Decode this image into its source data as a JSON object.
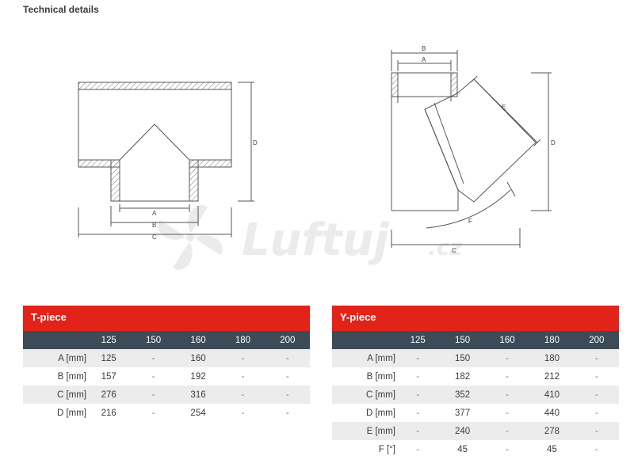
{
  "page": {
    "title": "Technical details"
  },
  "drawings": {
    "t_piece": {
      "labels": [
        "A",
        "B",
        "C",
        "D"
      ]
    },
    "y_piece": {
      "labels": [
        "A",
        "B",
        "C",
        "D",
        "E",
        "F"
      ]
    },
    "watermark": {
      "brand": "Luftuj",
      "suffix": ".cz"
    }
  },
  "colors": {
    "accent_red": "#e2231a",
    "header_dark": "#3e4b57",
    "row_shade": "#ececec"
  },
  "t_table": {
    "title": "T-piece",
    "columns": [
      "125",
      "150",
      "160",
      "180",
      "200"
    ],
    "rows": [
      {
        "label": "A [mm]",
        "cells": [
          "125",
          "-",
          "160",
          "-",
          "-"
        ]
      },
      {
        "label": "B [mm]",
        "cells": [
          "157",
          "-",
          "192",
          "-",
          "-"
        ]
      },
      {
        "label": "C [mm]",
        "cells": [
          "276",
          "-",
          "316",
          "-",
          "-"
        ]
      },
      {
        "label": "D [mm]",
        "cells": [
          "216",
          "-",
          "254",
          "-",
          "-"
        ]
      }
    ]
  },
  "y_table": {
    "title": "Y-piece",
    "columns": [
      "125",
      "150",
      "160",
      "180",
      "200"
    ],
    "rows": [
      {
        "label": "A [mm]",
        "cells": [
          "-",
          "150",
          "-",
          "180",
          "-"
        ]
      },
      {
        "label": "B [mm]",
        "cells": [
          "-",
          "182",
          "-",
          "212",
          "-"
        ]
      },
      {
        "label": "C [mm]",
        "cells": [
          "-",
          "352",
          "-",
          "410",
          "-"
        ]
      },
      {
        "label": "D [mm]",
        "cells": [
          "-",
          "377",
          "-",
          "440",
          "-"
        ]
      },
      {
        "label": "E [mm]",
        "cells": [
          "-",
          "240",
          "-",
          "278",
          "-"
        ]
      },
      {
        "label": "F [°]",
        "cells": [
          "-",
          "45",
          "-",
          "45",
          "-"
        ]
      }
    ]
  }
}
